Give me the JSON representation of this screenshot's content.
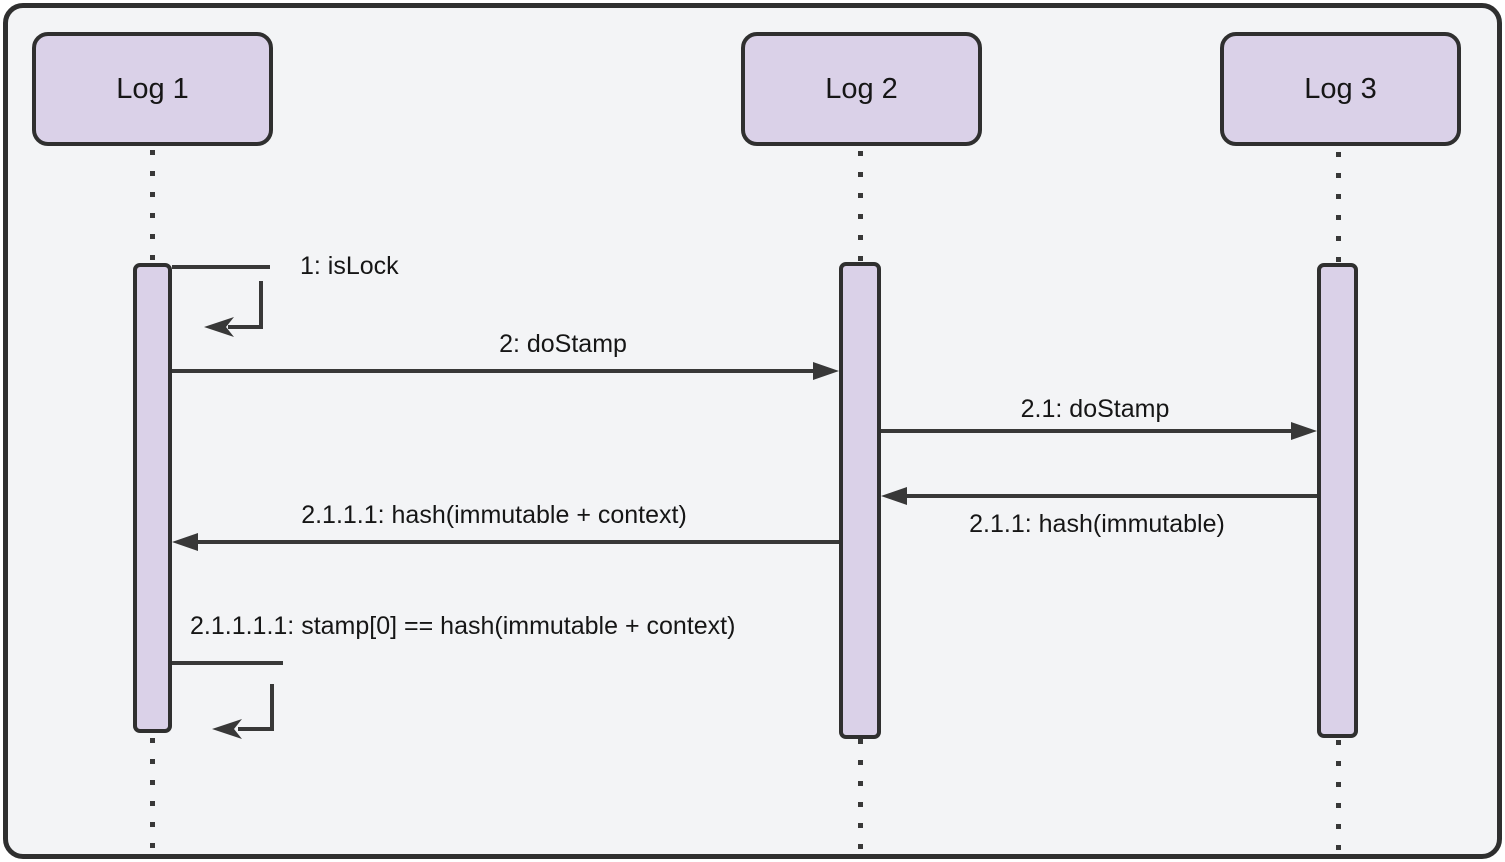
{
  "diagram": {
    "type": "uml-sequence-diagram",
    "participants": [
      {
        "id": "log1",
        "label": "Log 1"
      },
      {
        "id": "log2",
        "label": "Log 2"
      },
      {
        "id": "log3",
        "label": "Log 3"
      }
    ],
    "messages": [
      {
        "seq": "1",
        "label": "1: isLock",
        "from": "log1",
        "to": "log1",
        "kind": "self"
      },
      {
        "seq": "2",
        "label": "2: doStamp",
        "from": "log1",
        "to": "log2",
        "kind": "call"
      },
      {
        "seq": "2.1",
        "label": "2.1: doStamp",
        "from": "log2",
        "to": "log3",
        "kind": "call"
      },
      {
        "seq": "2.1.1",
        "label": "2.1.1: hash(immutable)",
        "from": "log3",
        "to": "log2",
        "kind": "return"
      },
      {
        "seq": "2.1.1.1",
        "label": "2.1.1.1: hash(immutable + context)",
        "from": "log2",
        "to": "log1",
        "kind": "return"
      },
      {
        "seq": "2.1.1.1.1",
        "label": "2.1.1.1.1: stamp[0] == hash(immutable + context)",
        "from": "log1",
        "to": "log1",
        "kind": "self"
      }
    ]
  },
  "colors": {
    "participant_fill": "#dad1e8",
    "stroke": "#383838",
    "stroke_dark": "#2f2f2f",
    "background": "#f3f4f6",
    "text": "#161616"
  }
}
